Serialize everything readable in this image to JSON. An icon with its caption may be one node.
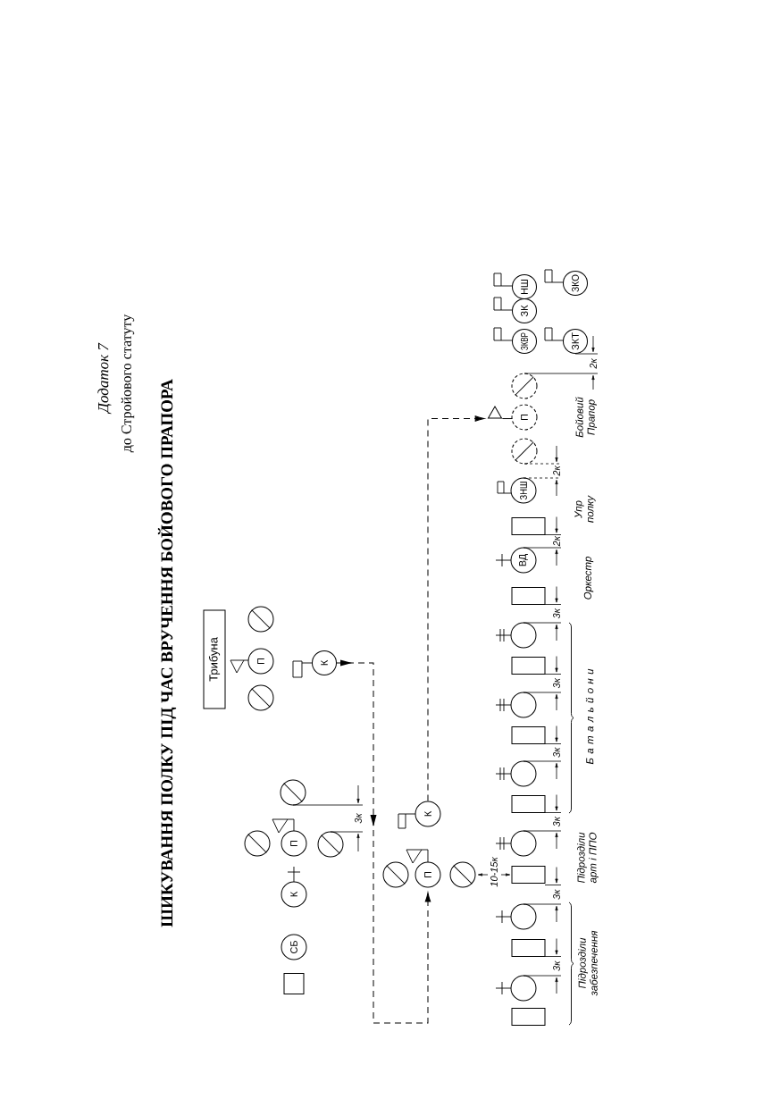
{
  "diagram": {
    "title": "ШИКУВАННЯ ПОЛКУ ПІД ЧАС ВРУЧЕННЯ БОЙОВОГО ПРАПОРА",
    "nodes": [
      {
        "text": [
          "Трибуна"
        ]
      },
      {
        "text": [],
        "shape": "circle"
      },
      {
        "text": [
          "П"
        ]
      },
      {
        "text": [],
        "shape": "circle"
      },
      {
        "text": [],
        "shape": "circle"
      },
      {
        "text": [],
        "shape": "box"
      },
      {
        "text": [
          "СБ"
        ]
      },
      {
        "text": [
          "К"
        ]
      },
      {
        "text": [
          "П"
        ]
      },
      {
        "text": [],
        "shape": "circle"
      },
      {
        "text": [
          "К"
        ]
      },
      {
        "text": [],
        "shape": "circle"
      },
      {
        "text": [],
        "shape": "circle"
      },
      {
        "text": [
          "К"
        ]
      },
      {
        "text": [
          "П"
        ]
      },
      {
        "text": [],
        "shape": "circle"
      },
      {
        "text": [],
        "shape": "triangle"
      },
      {
        "text": [],
        "shape": "box"
      },
      {
        "text": [],
        "shape": "circle"
      },
      {
        "text": [],
        "shape": "box"
      },
      {
        "text": [],
        "shape": "circle"
      },
      {
        "text": [],
        "shape": "box"
      },
      {
        "text": [],
        "shape": "circle"
      },
      {
        "text": [],
        "shape": "box"
      },
      {
        "text": [],
        "shape": "circle"
      },
      {
        "text": [],
        "shape": "box"
      },
      {
        "text": [],
        "shape": "circle"
      },
      {
        "text": [],
        "shape": "box"
      },
      {
        "text": [],
        "shape": "circle"
      },
      {
        "text": [],
        "shape": "box"
      },
      {
        "text": [
          "ВД"
        ]
      },
      {
        "text": [],
        "shape": "box"
      },
      {
        "text": [
          "ЗНШ"
        ]
      },
      {
        "text": [],
        "shape": "circle"
      },
      {
        "text": [
          "П"
        ]
      },
      {
        "text": [],
        "shape": "circle"
      },
      {
        "text": [
          "ЗКВР"
        ]
      },
      {
        "text": [
          "ЗК"
        ]
      },
      {
        "text": [
          "НШ"
        ]
      },
      {
        "text": [
          "ЗКТ"
        ]
      },
      {
        "text": [
          "ЗКО"
        ]
      }
    ],
    "edges": [
      {
        "from": 10,
        "to": 14,
        "arrow": "to",
        "style": "dashed"
      },
      {
        "from": 13,
        "to": 16,
        "arrow": "to",
        "style": "dashed"
      }
    ],
    "labels": [
      "Додаток 7",
      "до Стройового статуту",
      "3к",
      "10-15к",
      "3к",
      "3к",
      "3к",
      "3к",
      "3к",
      "3к",
      "2к",
      "2к",
      "2к",
      "Підрозділи забезпечення",
      "Підрозділи арт і ППО",
      "Б а т а л ь й о н и",
      "Оркестр",
      "Упр полку",
      "Бойовий Прапор"
    ]
  }
}
